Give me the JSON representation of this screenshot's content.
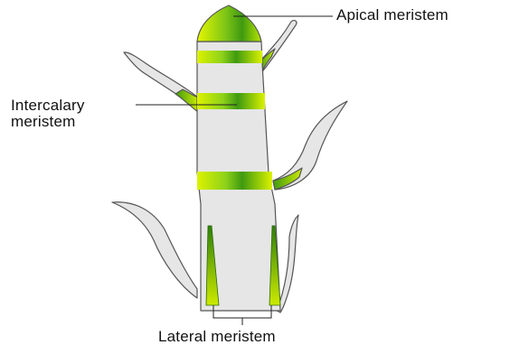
{
  "labels": {
    "apical": "Apical meristem",
    "intercalary_line1": "Intercalary",
    "intercalary_line2": "meristem",
    "lateral": "Lateral meristem"
  },
  "colors": {
    "stem_fill": "#e6e6e6",
    "outline": "#555555",
    "meristem_light": "#dcf200",
    "meristem_dark": "#3f9a10",
    "pointer_line": "#222222",
    "text": "#111111"
  }
}
